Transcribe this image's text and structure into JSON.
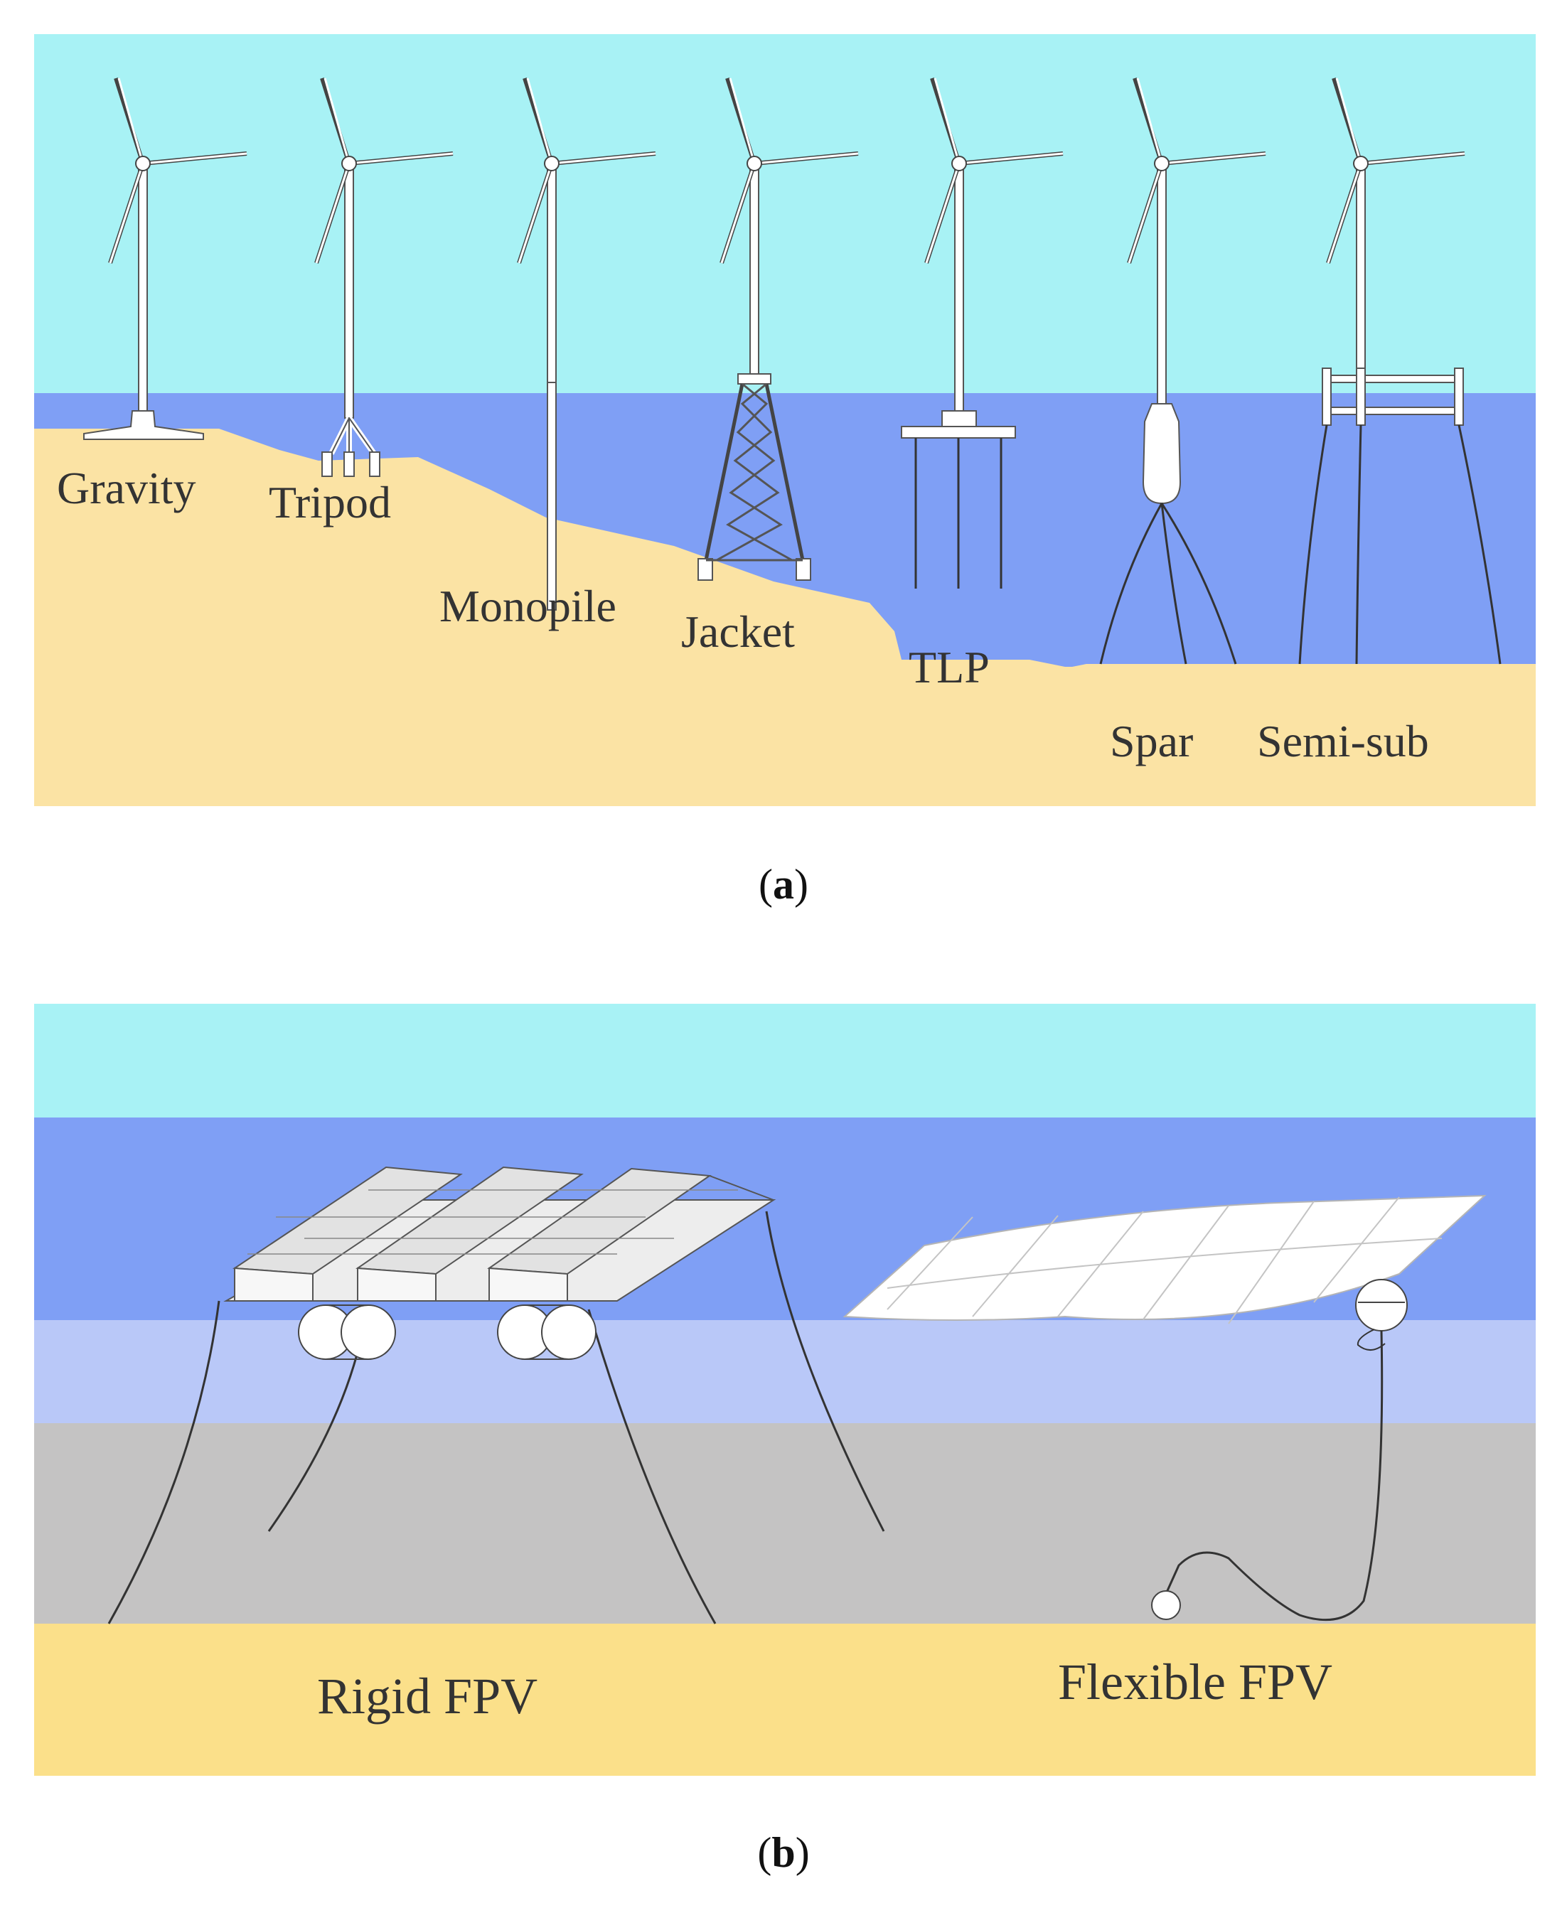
{
  "panel_a": {
    "caption_letter": "a",
    "colors": {
      "sky": "#a8f2f5",
      "water": "#7f9ff5",
      "seabed": "#fbe3a4"
    },
    "foundations": [
      {
        "label": "Gravity"
      },
      {
        "label": "Tripod"
      },
      {
        "label": "Monopile"
      },
      {
        "label": "Jacket"
      },
      {
        "label": "TLP"
      },
      {
        "label": "Spar"
      },
      {
        "label": "Semi-sub"
      }
    ]
  },
  "panel_b": {
    "caption_letter": "b",
    "colors": {
      "sky": "#a8f2f5",
      "water_top": "#7f9ff5",
      "water_mid": "#b9c8f8",
      "water_deep": "#c4c3c3",
      "seabed": "#fbe08a"
    },
    "systems": [
      {
        "label": "Rigid FPV"
      },
      {
        "label": "Flexible FPV"
      }
    ]
  }
}
